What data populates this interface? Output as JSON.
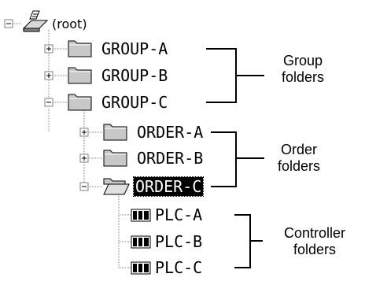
{
  "tree": {
    "root": {
      "label": "(root)",
      "icon": "network-root-icon"
    },
    "groups": [
      {
        "label": "GROUP-A",
        "icon": "folder-icon",
        "expander": "+"
      },
      {
        "label": "GROUP-B",
        "icon": "folder-icon",
        "expander": "+"
      },
      {
        "label": "GROUP-C",
        "icon": "folder-icon",
        "expander": "-"
      }
    ],
    "orders": [
      {
        "label": "ORDER-A",
        "icon": "folder-icon",
        "expander": "+"
      },
      {
        "label": "ORDER-B",
        "icon": "folder-icon",
        "expander": "+"
      },
      {
        "label": "ORDER-C",
        "icon": "open-folder-icon",
        "expander": "-",
        "selected": true
      }
    ],
    "controllers": [
      {
        "label": "PLC-A",
        "icon": "plc-icon"
      },
      {
        "label": "PLC-B",
        "icon": "plc-icon"
      },
      {
        "label": "PLC-C",
        "icon": "plc-icon"
      }
    ]
  },
  "annotations": {
    "group": {
      "line1": "Group",
      "line2": "folders"
    },
    "order": {
      "line1": "Order",
      "line2": "folders"
    },
    "controller": {
      "line1": "Controller",
      "line2": "folders"
    }
  },
  "colors": {
    "folder_fill": "#c8c8c8",
    "folder_shade": "#808080",
    "selection_bg": "#000000",
    "selection_text": "#ffffff"
  }
}
